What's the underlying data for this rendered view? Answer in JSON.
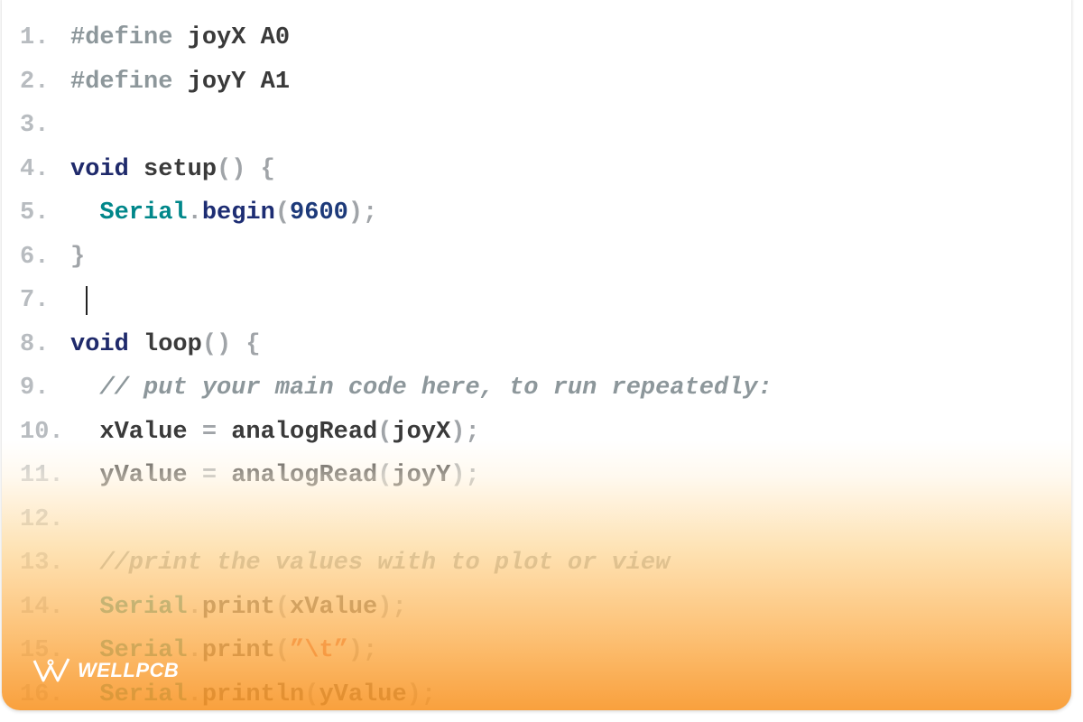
{
  "colors": {
    "comment": "#8d979b",
    "keyword": "#1f2a6b",
    "plain": "#3a3a3a",
    "class": "#00878a",
    "method": "#1d2d73",
    "number": "#1d3a7a",
    "punct": "#a0a4a8",
    "preproc": "#8d979b",
    "string": "#e2441c",
    "brand": "#f7931e"
  },
  "code": {
    "lines": [
      {
        "n": "1.",
        "tokens": [
          [
            "preproc",
            "#define "
          ],
          [
            "plain",
            "joyX A0"
          ]
        ]
      },
      {
        "n": "2.",
        "tokens": [
          [
            "preproc",
            "#define "
          ],
          [
            "plain",
            "joyY A1"
          ]
        ]
      },
      {
        "n": "3.",
        "tokens": []
      },
      {
        "n": "4.",
        "tokens": [
          [
            "keyword",
            "void "
          ],
          [
            "plain",
            "setup"
          ],
          [
            "punct",
            "() {"
          ]
        ]
      },
      {
        "n": "5.",
        "tokens": [
          [
            "plain",
            "  "
          ],
          [
            "class",
            "Serial"
          ],
          [
            "punct",
            "."
          ],
          [
            "method",
            "begin"
          ],
          [
            "punct",
            "("
          ],
          [
            "number",
            "9600"
          ],
          [
            "punct",
            ");"
          ]
        ]
      },
      {
        "n": "6.",
        "tokens": [
          [
            "punct",
            "}"
          ]
        ]
      },
      {
        "n": "7.",
        "tokens": [],
        "cursor": true
      },
      {
        "n": "8.",
        "tokens": [
          [
            "keyword",
            "void "
          ],
          [
            "plain",
            "loop"
          ],
          [
            "punct",
            "() {"
          ]
        ]
      },
      {
        "n": "9.",
        "tokens": [
          [
            "plain",
            "  "
          ],
          [
            "comment",
            "// put your main code here, to run repeatedly:"
          ]
        ]
      },
      {
        "n": "10.",
        "tokens": [
          [
            "plain",
            "  xValue "
          ],
          [
            "punct",
            "= "
          ],
          [
            "plain",
            "analogRead"
          ],
          [
            "punct",
            "("
          ],
          [
            "plain",
            "joyX"
          ],
          [
            "punct",
            ");"
          ]
        ]
      },
      {
        "n": "11.",
        "tokens": [
          [
            "plain",
            "  yValue "
          ],
          [
            "punct",
            "= "
          ],
          [
            "plain",
            "analogRead"
          ],
          [
            "punct",
            "("
          ],
          [
            "plain",
            "joyY"
          ],
          [
            "punct",
            ");"
          ]
        ]
      },
      {
        "n": "12.",
        "tokens": []
      },
      {
        "n": "13.",
        "tokens": [
          [
            "plain",
            "  "
          ],
          [
            "comment",
            "//print the values with to plot or view"
          ]
        ]
      },
      {
        "n": "14.",
        "tokens": [
          [
            "plain",
            "  "
          ],
          [
            "class",
            "Serial"
          ],
          [
            "punct",
            "."
          ],
          [
            "plain",
            "print"
          ],
          [
            "punct",
            "("
          ],
          [
            "plain",
            "xValue"
          ],
          [
            "punct",
            ");"
          ]
        ]
      },
      {
        "n": "15.",
        "tokens": [
          [
            "plain",
            "  "
          ],
          [
            "class",
            "Serial"
          ],
          [
            "punct",
            "."
          ],
          [
            "plain",
            "print"
          ],
          [
            "punct",
            "("
          ],
          [
            "string",
            "”\\t”"
          ],
          [
            "punct",
            ");"
          ]
        ]
      },
      {
        "n": "16.",
        "tokens": [
          [
            "plain",
            "  "
          ],
          [
            "class",
            "Serial"
          ],
          [
            "punct",
            "."
          ],
          [
            "plain",
            "println"
          ],
          [
            "punct",
            "("
          ],
          [
            "plain",
            "yValue"
          ],
          [
            "punct",
            ");"
          ]
        ]
      }
    ]
  },
  "watermark": {
    "text": "WELLPCB",
    "icon": "wellpcb-w-logo-icon"
  }
}
